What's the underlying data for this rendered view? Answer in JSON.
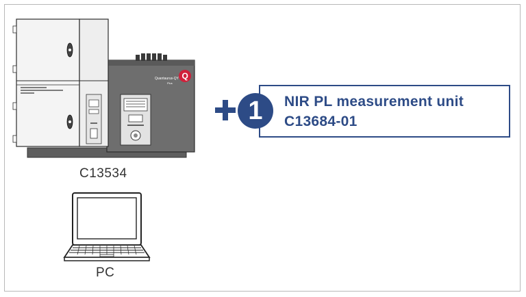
{
  "instrument": {
    "label": "C13534",
    "brand_text": "Quantaurus-QY",
    "brand_sub": "Plus",
    "logo_letter": "Q"
  },
  "computer": {
    "label": "PC"
  },
  "option": {
    "number": "1",
    "name": "NIR PL measurement unit",
    "model": "C13684-01"
  },
  "colors": {
    "accent": "#2d4b86",
    "logo_red": "#d0203a",
    "body_dark": "#6b6b6b",
    "cabinet_light": "#f2f2f2"
  }
}
